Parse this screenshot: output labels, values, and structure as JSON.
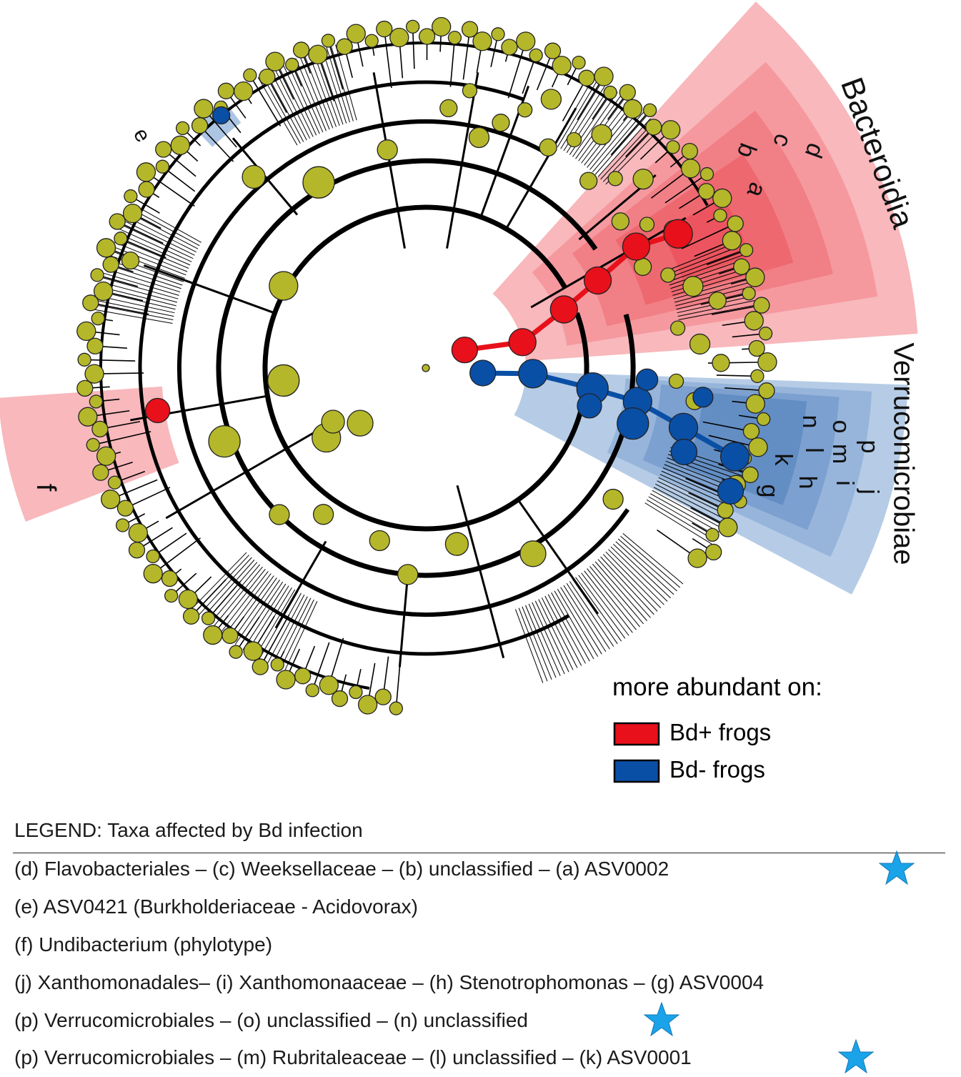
{
  "cladogram": {
    "clade_labels": {
      "bacteroidia": "Bacteroidia",
      "verrucomicrobiae": "Verrucomicrobiae"
    },
    "taxon_letters": {
      "a": "a",
      "b": "b",
      "c": "c",
      "d": "d",
      "e": "e",
      "f": "f",
      "g": "g",
      "h": "h",
      "i": "i",
      "j": "j",
      "k": "k",
      "l": "l",
      "m": "m",
      "n": "n",
      "o": "o",
      "p": "p"
    },
    "colors": {
      "node": "#b5b72a",
      "bd_positive": "#e8101a",
      "bd_negative": "#0a4fa6",
      "highlight_red": "#f6a0a5",
      "highlight_blue": "#97b6db",
      "branch": "#000000"
    }
  },
  "abundance_legend": {
    "title": "more abundant on:",
    "items": [
      {
        "label": "Bd+ frogs",
        "color": "#e8101a"
      },
      {
        "label": "Bd- frogs",
        "color": "#0a4fa6"
      }
    ]
  },
  "taxa_legend": {
    "title": "LEGEND: Taxa affected by Bd infection",
    "rows": [
      {
        "text": "(d) Flavobacteriales – (c) Weeksellaceae – (b) unclassified – (a) ASV0002",
        "star": true
      },
      {
        "text": "(e) ASV0421 (Burkholderiaceae - Acidovorax)",
        "star": false
      },
      {
        "text": "(f) Undibacterium (phylotype)",
        "star": false
      },
      {
        "text": "(j) Xanthomonadales– (i) Xanthomonaaceae – (h) Stenotrophomonas – (g) ASV0004",
        "star": false
      },
      {
        "text": "(p) Verrucomicrobiales – (o) unclassified – (n) unclassified",
        "star": true
      },
      {
        "text": "(p) Verrucomicrobiales – (m) Rubritaleaceae – (l) unclassified – (k) ASV0001",
        "star": true
      }
    ],
    "star_color": "#1aa3e8",
    "star_icon": "star-icon"
  }
}
